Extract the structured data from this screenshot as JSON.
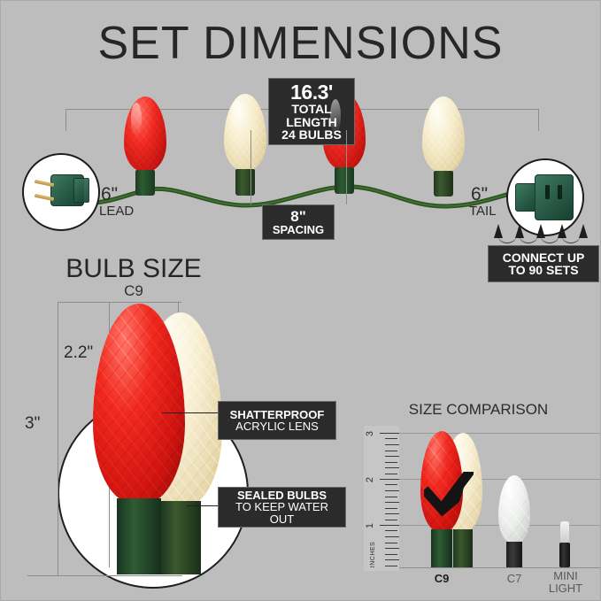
{
  "page": {
    "title": "SET DIMENSIONS",
    "background_color": "#bdbdbd",
    "callout_bg": "#2b2b2b",
    "callout_text_color": "#ffffff"
  },
  "string_section": {
    "total_callout": {
      "length": "16.3'",
      "line1": "TOTAL",
      "line2": "LENGTH",
      "line3": "24 BULBS"
    },
    "spacing_callout": {
      "value": "8\"",
      "label": "SPACING"
    },
    "lead": {
      "value": "6\"",
      "label": "LEAD"
    },
    "tail": {
      "value": "6\"",
      "label": "TAIL"
    },
    "connect_callout": {
      "line1": "CONNECT UP",
      "line2": "TO 90 SETS"
    },
    "bulbs": [
      {
        "color": "red"
      },
      {
        "color": "warm"
      },
      {
        "color": "red"
      },
      {
        "color": "warm"
      }
    ],
    "icons": {
      "plug": "plug-icon",
      "socket": "socket-icon",
      "mini_string": "light-string-icon"
    }
  },
  "bulb_size_section": {
    "heading": "BULB SIZE",
    "subheading": "C9",
    "height_label": "3\"",
    "width_label": "2.2\"",
    "feature_1": {
      "line1": "SHATTERPROOF",
      "line2": "ACRYLIC LENS"
    },
    "feature_2": {
      "line1": "SEALED BULBS",
      "line2": "TO KEEP WATER OUT"
    }
  },
  "size_comparison": {
    "heading": "SIZE COMPARISON",
    "ruler": {
      "unit_label": "INCHES",
      "ticks": [
        "3",
        "2",
        "1"
      ]
    },
    "items": [
      {
        "label": "C9",
        "selected": true
      },
      {
        "label": "C7",
        "selected": false
      },
      {
        "label_line1": "MINI",
        "label_line2": "LIGHT",
        "selected": false
      }
    ],
    "check_icon": "checkmark-icon"
  }
}
